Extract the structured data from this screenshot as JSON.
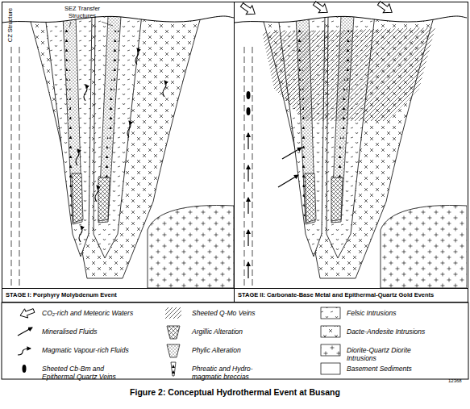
{
  "diagram": {
    "caption": "Figure 2: Conceptual Hydrothermal Event at Busang",
    "nodes": [
      {
        "text": [
          "STAGE I: Porphyry Molybdenum Event"
        ]
      },
      {
        "text": [
          "STAGE II: Carbonate-Base Metal and Epithermal-Quartz Gold Events"
        ]
      }
    ],
    "labels": [
      "CZ Structure",
      "SEZ Transfer Structures",
      "12368"
    ],
    "legend": [
      {
        "text": "CO₂-rich and Meteoric Waters"
      },
      {
        "text": "Mineralised Fluids"
      },
      {
        "text": "Magmatic Vapour-rich Fluids"
      },
      {
        "text": "Sheeted Cb-Bm and Epithermal Quartz Veins"
      },
      {
        "text": "Sheeted Q-Mo Veins"
      },
      {
        "text": "Argillic Alteration"
      },
      {
        "text": "Phylic Alteration"
      },
      {
        "text": "Phreatic and Hydro-magmatic breccias"
      },
      {
        "text": "Felsic Intrusions"
      },
      {
        "text": "Dacte-Andesite Intrusions"
      },
      {
        "text": "Diorite-Quartz Diorite Intrusions"
      },
      {
        "text": "Basement Sediments"
      }
    ]
  }
}
